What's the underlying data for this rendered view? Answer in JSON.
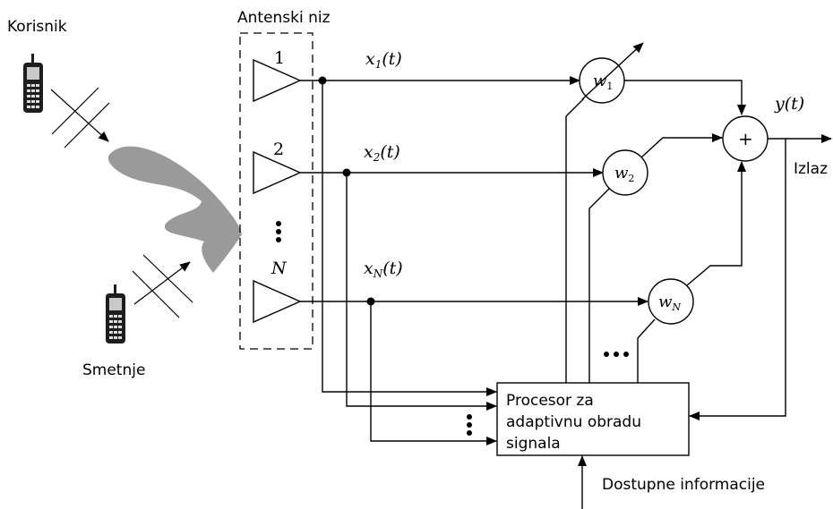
{
  "labels": {
    "user": "Korisnik",
    "interference": "Smetnje",
    "array": "Antenski niz",
    "output": "Izlaz",
    "output_signal": "y(t)",
    "info": "Dostupne informacije",
    "sum": "+"
  },
  "processor": {
    "line1": "Procesor za",
    "line2": "adaptivnu obradu",
    "line3": "signala"
  },
  "antennas": [
    {
      "index": "1",
      "signal_base": "x",
      "signal_sub": "1",
      "signal_tail": "(t)",
      "weight_base": "w",
      "weight_sub": "1"
    },
    {
      "index": "2",
      "signal_base": "x",
      "signal_sub": "2",
      "signal_tail": "(t)",
      "weight_base": "w",
      "weight_sub": "2"
    },
    {
      "index": "N",
      "signal_base": "x",
      "signal_sub": "N",
      "signal_tail": "(t)",
      "weight_base": "w",
      "weight_sub": "N"
    }
  ],
  "colors": {
    "beam": "#9a9a9a",
    "line": "#000000",
    "phone": "#1e1e1e"
  }
}
